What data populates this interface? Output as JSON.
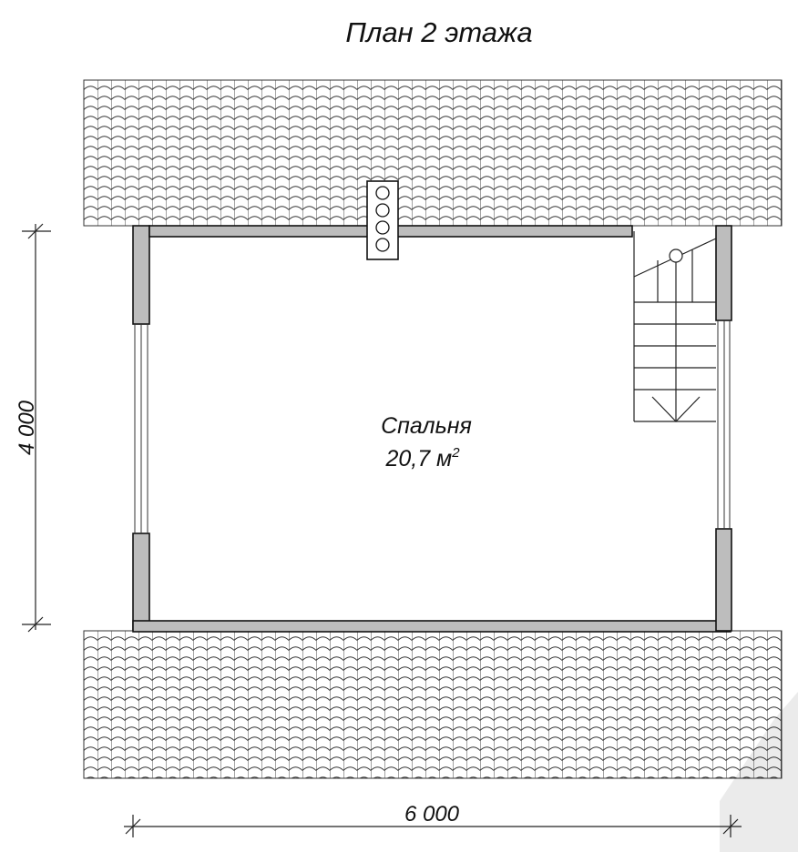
{
  "title": "План 2 этажа",
  "room": {
    "name": "Спальня",
    "area": "20,7 м",
    "area_superscript": "2"
  },
  "dimensions": {
    "width": "6 000",
    "depth": "4 000"
  }
}
